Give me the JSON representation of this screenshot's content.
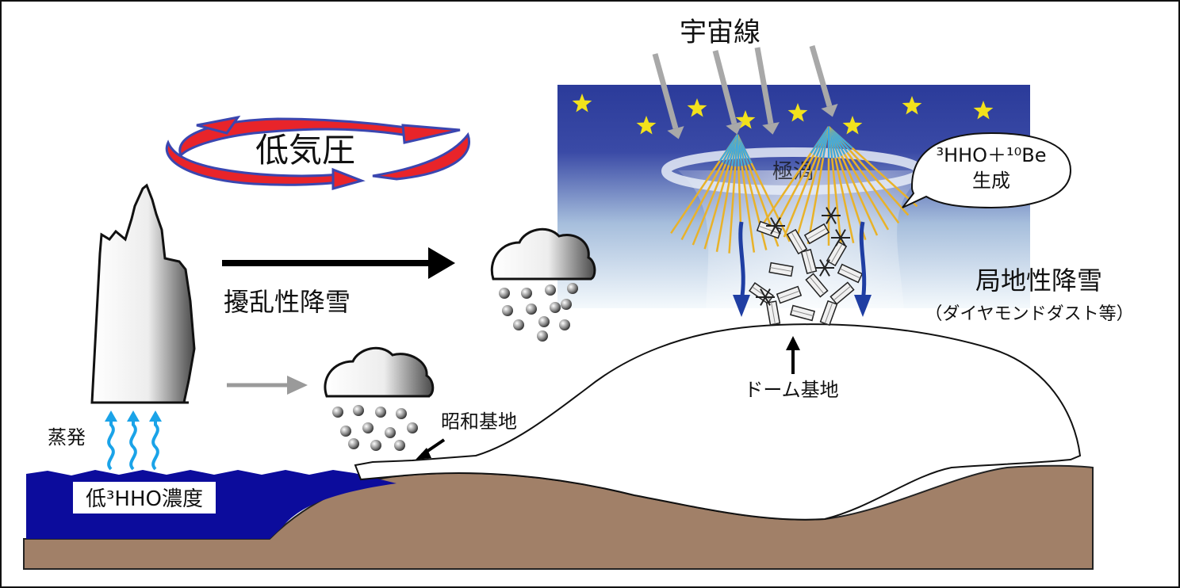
{
  "labels": {
    "cosmic_rays": "宇宙線",
    "low_pressure": "低気圧",
    "synoptic_snow": "擾乱性降雪",
    "local_snow": "局地性降雪",
    "local_snow_note": "（ダイヤモンドダスト等）",
    "dome_base": "ドーム基地",
    "showa_base": "昭和基地",
    "evaporation": "蒸発",
    "ocean_label": "低³HHO濃度",
    "bubble_line1": "³HHO＋¹⁰Be",
    "bubble_line2": "生成",
    "vortex": "極渦"
  },
  "colors": {
    "ocean": "#0c0c9c",
    "ground": "#a18068",
    "night_sky": "#2b3b9a",
    "star": "#f2e21c",
    "cyclone_red": "#e8242a",
    "cyclone_blue": "#3a46b0",
    "vapor": "#1aa3e8",
    "descent_arrow": "#1f3ea3",
    "cosmic_ray_arrow": "#a8a8a8",
    "spallation_lines": "#e8b22a"
  }
}
